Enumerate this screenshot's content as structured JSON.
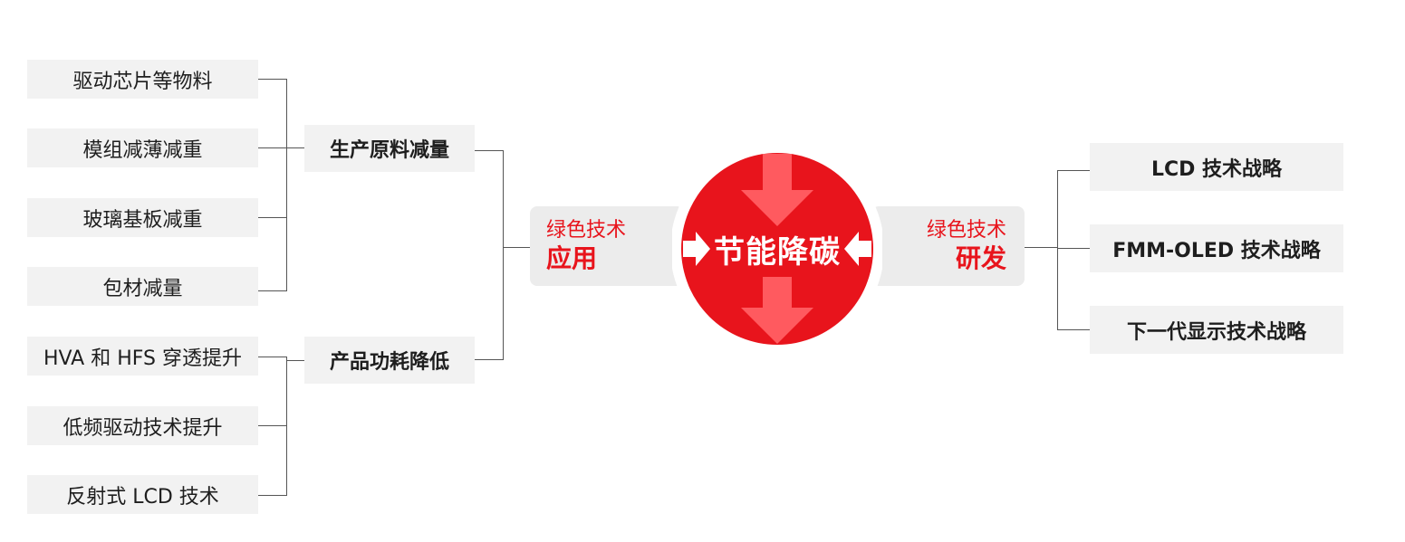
{
  "center": {
    "label": "节能降碳"
  },
  "left_pill": {
    "line1": "绿色技术",
    "line2": "应用"
  },
  "right_pill": {
    "line1": "绿色技术",
    "line2": "研发"
  },
  "groups": [
    {
      "label": "生产原料减量",
      "items": [
        "驱动芯片等物料",
        "模组减薄减重",
        "玻璃基板减重",
        "包材减量"
      ]
    },
    {
      "label": "产品功耗降低",
      "items": [
        "HVA 和 HFS 穿透提升",
        "低频驱动技术提升",
        "反射式 LCD 技术"
      ]
    }
  ],
  "right_items": [
    "LCD 技术战略",
    "FMM-OLED 技术战略",
    "下一代显示技术战略"
  ],
  "colors": {
    "accent_red": "#e8141c",
    "box_gray": "#f2f2f2",
    "line": "#555555"
  }
}
